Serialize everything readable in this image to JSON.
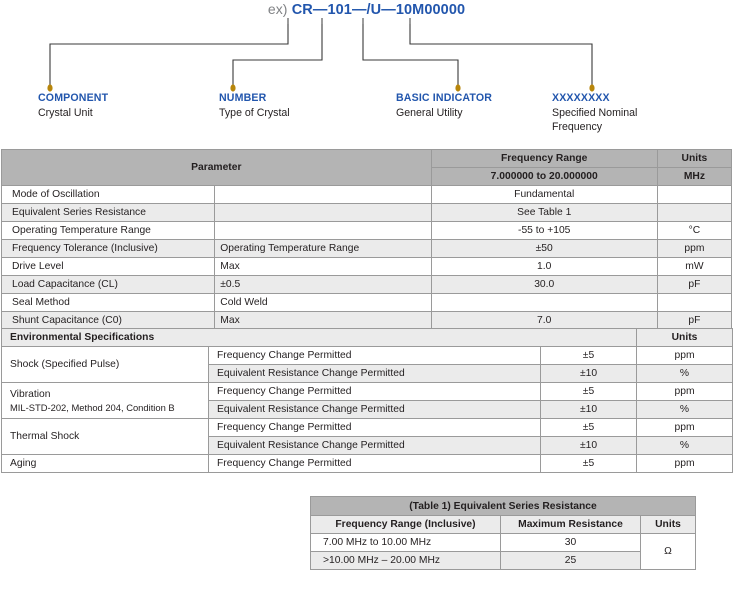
{
  "part_number": {
    "prefix": "ex)",
    "code": "CR—101—/U—10M00000",
    "segments": [
      {
        "title": "COMPONENT",
        "desc": "Crystal Unit"
      },
      {
        "title": "NUMBER",
        "desc": "Type of Crystal"
      },
      {
        "title": "BASIC INDICATOR",
        "desc": "General Utility"
      },
      {
        "title": "XXXXXXXX",
        "desc": "Specified Nominal Frequency"
      }
    ]
  },
  "colors": {
    "label_blue": "#2256ad",
    "dot_gold": "#b8860b",
    "header_dark": "#b4b4b4",
    "header_light": "#ebebeb",
    "row_alt": "#ebebeb",
    "text": "#231f20"
  },
  "param_table": {
    "header": {
      "parameter": "Parameter",
      "freq_range": "Frequency Range",
      "freq_range_value": "7.000000 to 20.000000",
      "units": "Units",
      "units_value": "MHz"
    },
    "rows": [
      {
        "name": "Mode of Oscillation",
        "cond": "",
        "value": "Fundamental",
        "units": ""
      },
      {
        "name": "Equivalent Series Resistance",
        "cond": "",
        "value": "See Table 1",
        "units": ""
      },
      {
        "name": "Operating Temperature Range",
        "cond": "",
        "value": "-55 to +105",
        "units": "°C"
      },
      {
        "name": "Frequency Tolerance (Inclusive)",
        "cond": "Operating Temperature Range",
        "value": "±50",
        "units": "ppm"
      },
      {
        "name": "Drive Level",
        "cond": "Max",
        "value": "1.0",
        "units": "mW"
      },
      {
        "name": "Load Capacitance (CL)",
        "cond": "±0.5",
        "value": "30.0",
        "units": "pF"
      },
      {
        "name": "Seal Method",
        "cond": "Cold Weld",
        "value": "",
        "units": ""
      },
      {
        "name": "Shunt Capacitance (C0)",
        "cond": "Max",
        "value": "7.0",
        "units": "pF"
      }
    ]
  },
  "env_table": {
    "header": {
      "title": "Environmental Specifications",
      "units": "Units"
    },
    "groups": [
      {
        "name": "Shock (Specified Pulse)",
        "name_sub": "",
        "rows": [
          {
            "test": "Frequency Change Permitted",
            "value": "±5",
            "units": "ppm"
          },
          {
            "test": "Equivalent Resistance Change Permitted",
            "value": "±10",
            "units": "%"
          }
        ]
      },
      {
        "name": "Vibration",
        "name_sub": "MIL-STD-202, Method 204, Condition B",
        "rows": [
          {
            "test": "Frequency Change Permitted",
            "value": "±5",
            "units": "ppm"
          },
          {
            "test": "Equivalent Resistance Change Permitted",
            "value": "±10",
            "units": "%"
          }
        ]
      },
      {
        "name": "Thermal Shock",
        "name_sub": "",
        "rows": [
          {
            "test": "Frequency Change Permitted",
            "value": "±5",
            "units": "ppm"
          },
          {
            "test": "Equivalent Resistance Change Permitted",
            "value": "±10",
            "units": "%"
          }
        ]
      },
      {
        "name": "Aging",
        "name_sub": "",
        "rows": [
          {
            "test": "Frequency Change Permitted",
            "value": "±5",
            "units": "ppm"
          }
        ]
      }
    ]
  },
  "esr_table": {
    "title": "(Table 1) Equivalent Series Resistance",
    "columns": [
      "Frequency Range (Inclusive)",
      "Maximum Resistance",
      "Units"
    ],
    "units_value": "Ω",
    "rows": [
      {
        "range": "7.00 MHz to 10.00 MHz",
        "resistance": "30"
      },
      {
        "range": ">10.00 MHz – 20.00 MHz",
        "resistance": "25"
      }
    ]
  }
}
